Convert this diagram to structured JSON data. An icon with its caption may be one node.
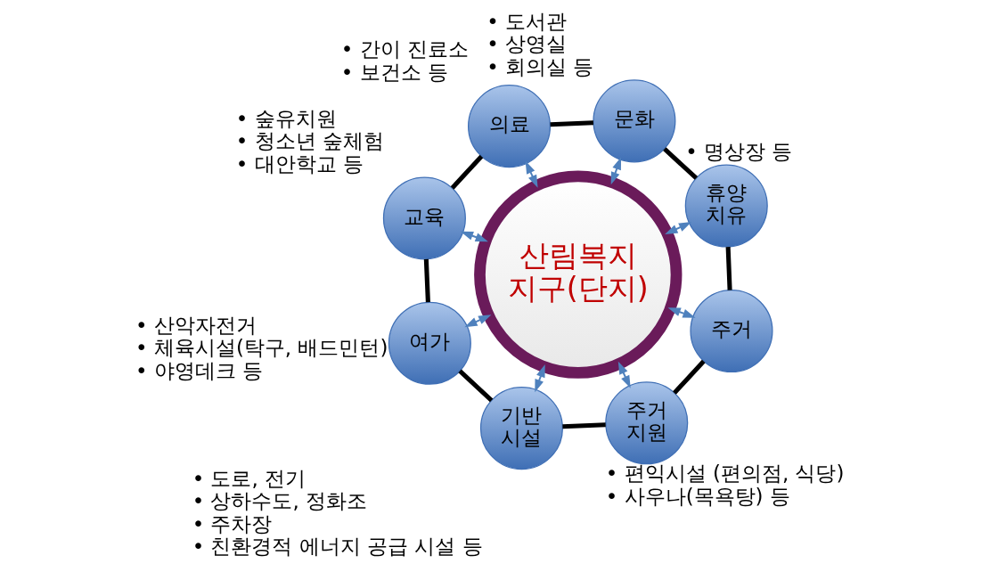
{
  "diagram": {
    "nodes": [
      {
        "text": [
          "산림복지 지구(단지)"
        ]
      },
      {
        "text": [
          "휴양 치유"
        ],
        "beside": [
          "• 명상장 등"
        ]
      },
      {
        "text": [
          "주거"
        ]
      },
      {
        "text": [
          "문화"
        ],
        "beside": [
          "• 도서관",
          "• 상영실",
          "• 회의실 등"
        ]
      },
      {
        "text": [
          "주거 지원"
        ],
        "beside": [
          "• 편익시설 (편의점, 식당)",
          "• 사우나(목욕탕) 등"
        ]
      },
      {
        "text": [
          "의료"
        ],
        "beside": [
          "• 간이 진료소",
          "• 보건소 등"
        ]
      },
      {
        "text": [
          "기반 시설"
        ],
        "beside": [
          "• 도로, 전기",
          "• 상하수도, 정화조",
          "• 주차장",
          "• 친환경적 에너지 공급 시설 등"
        ]
      },
      {
        "text": [
          "교육"
        ],
        "beside": [
          "• 숲유치원",
          "• 청소년 숲체험",
          "• 대안학교 등"
        ]
      },
      {
        "text": [
          "여가"
        ],
        "beside": [
          "• 산악자전거",
          "• 체육시설(탁구, 배드민턴)",
          "• 야영데크 등"
        ]
      }
    ],
    "edges": [
      {
        "from": 0,
        "to": 1,
        "arrow": "both",
        "color": "#4f81bd"
      },
      {
        "from": 0,
        "to": 2,
        "arrow": "both",
        "color": "#4f81bd"
      },
      {
        "from": 0,
        "to": 3,
        "arrow": "both",
        "color": "#4f81bd"
      },
      {
        "from": 0,
        "to": 4,
        "arrow": "both",
        "color": "#4f81bd"
      },
      {
        "from": 0,
        "to": 5,
        "arrow": "both",
        "color": "#4f81bd"
      },
      {
        "from": 0,
        "to": 6,
        "arrow": "both",
        "color": "#4f81bd"
      },
      {
        "from": 0,
        "to": 7,
        "arrow": "both",
        "color": "#4f81bd"
      },
      {
        "from": 0,
        "to": 8,
        "arrow": "both",
        "color": "#4f81bd"
      },
      {
        "from": 1,
        "to": 3,
        "arrow": "none",
        "style": "thick",
        "color": "#000000"
      },
      {
        "from": 3,
        "to": 5,
        "arrow": "none",
        "style": "thick",
        "color": "#000000"
      },
      {
        "from": 5,
        "to": 7,
        "arrow": "none",
        "style": "thick",
        "color": "#000000"
      },
      {
        "from": 7,
        "to": 8,
        "arrow": "none",
        "style": "thick",
        "color": "#000000"
      },
      {
        "from": 8,
        "to": 6,
        "arrow": "none",
        "style": "thick",
        "color": "#000000"
      },
      {
        "from": 6,
        "to": 4,
        "arrow": "none",
        "style": "thick",
        "color": "#000000"
      },
      {
        "from": 4,
        "to": 2,
        "arrow": "none",
        "style": "thick",
        "color": "#000000"
      },
      {
        "from": 2,
        "to": 1,
        "arrow": "none",
        "style": "thick",
        "color": "#000000"
      }
    ]
  }
}
